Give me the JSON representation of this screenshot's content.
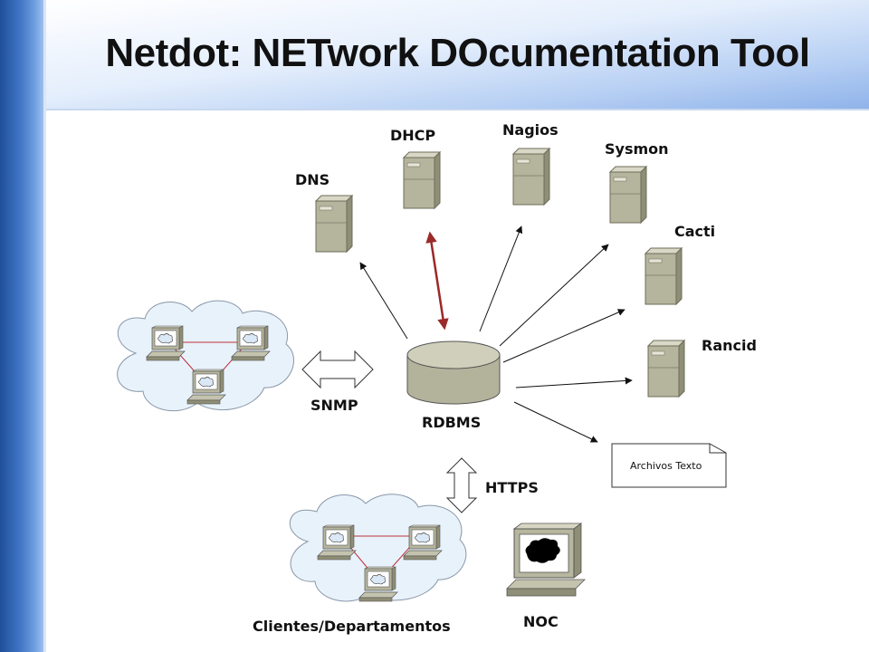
{
  "slide": {
    "title": "Netdot: NETwork DOcumentation Tool"
  },
  "nodes": {
    "dns": "DNS",
    "dhcp": "DHCP",
    "nagios": "Nagios",
    "sysmon": "Sysmon",
    "cacti": "Cacti",
    "rancid": "Rancid",
    "rdbms": "RDBMS",
    "snmp": "SNMP",
    "https": "HTTPS",
    "archivos": "Archivos Texto",
    "clientes": "Clientes/Departamentos",
    "noc": "NOC"
  },
  "colors": {
    "server": "#b5b49c",
    "db": "#b3b39c",
    "cloud": "#e8f2fb",
    "bidirectional_arrow": "#9b2a2a",
    "link": "#c0303a"
  }
}
